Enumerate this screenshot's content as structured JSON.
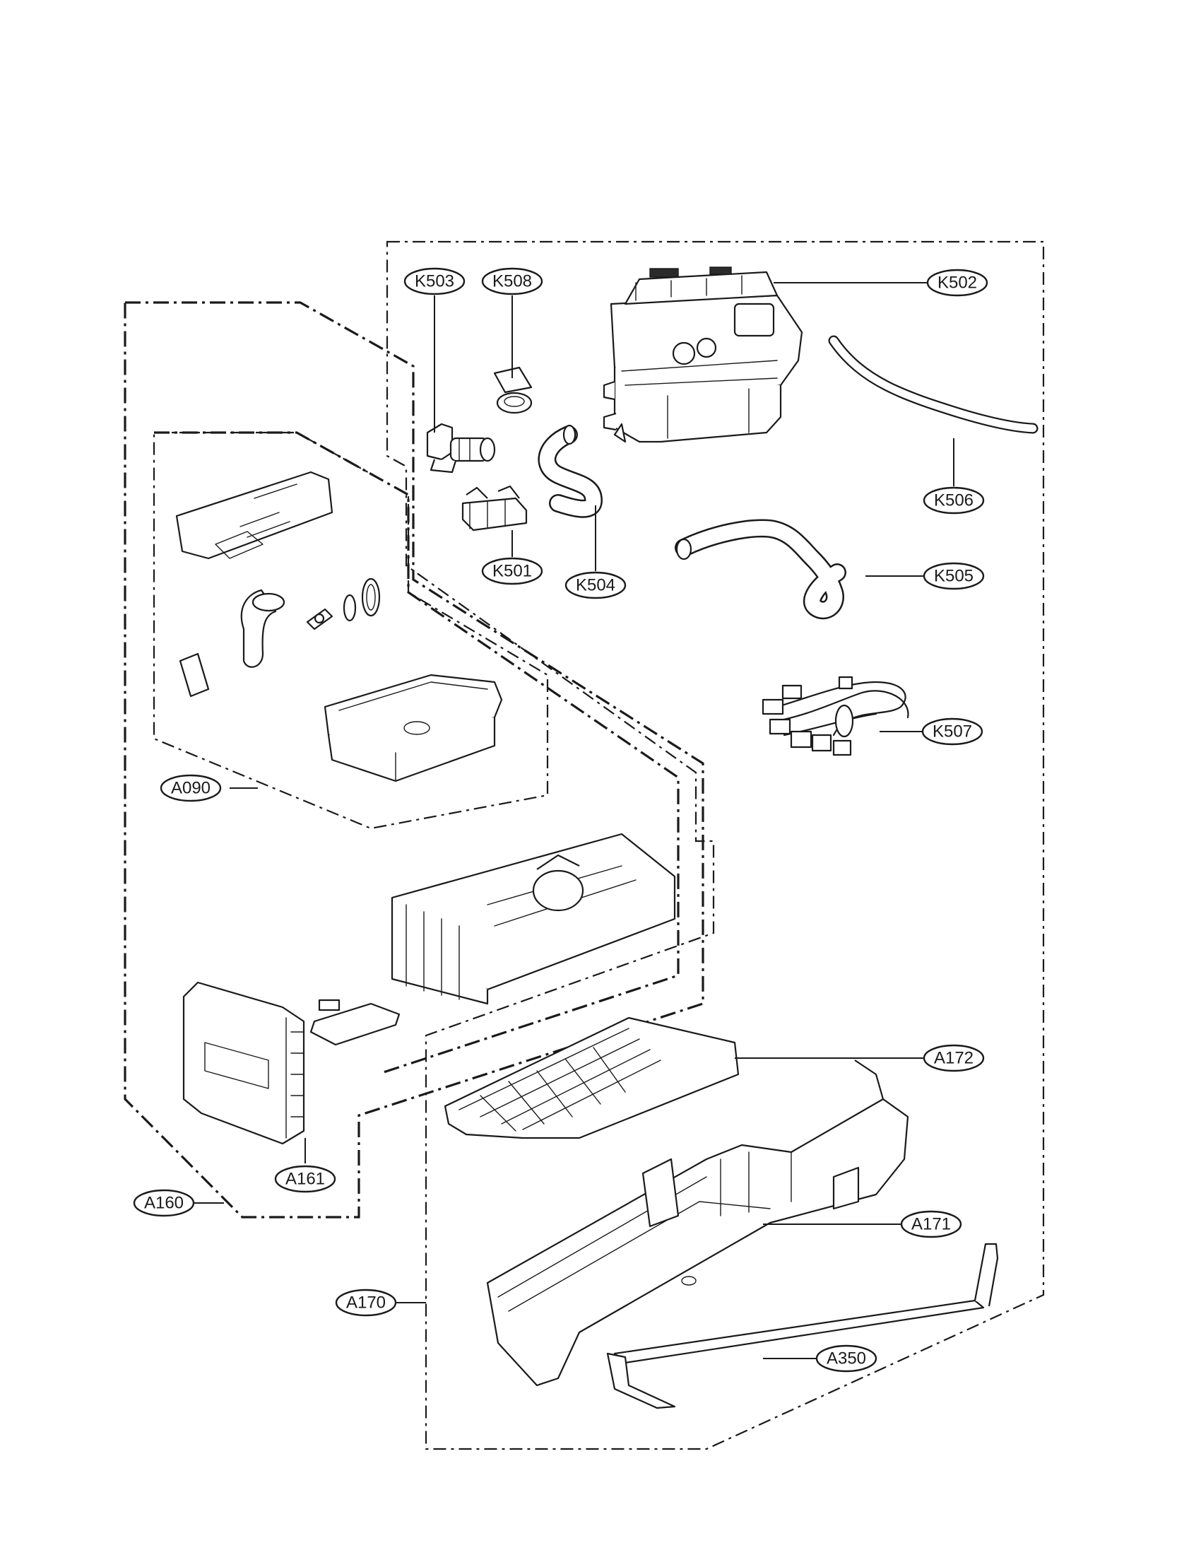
{
  "diagram": {
    "callouts": [
      {
        "id": "K503",
        "label": "K503"
      },
      {
        "id": "K508",
        "label": "K508"
      },
      {
        "id": "K502",
        "label": "K502"
      },
      {
        "id": "K506",
        "label": "K506"
      },
      {
        "id": "K501",
        "label": "K501"
      },
      {
        "id": "K504",
        "label": "K504"
      },
      {
        "id": "K505",
        "label": "K505"
      },
      {
        "id": "K507",
        "label": "K507"
      },
      {
        "id": "A090",
        "label": "A090"
      },
      {
        "id": "A172",
        "label": "A172"
      },
      {
        "id": "A161",
        "label": "A161"
      },
      {
        "id": "A160",
        "label": "A160"
      },
      {
        "id": "A171",
        "label": "A171"
      },
      {
        "id": "A170",
        "label": "A170"
      },
      {
        "id": "A350",
        "label": "A350"
      }
    ]
  }
}
